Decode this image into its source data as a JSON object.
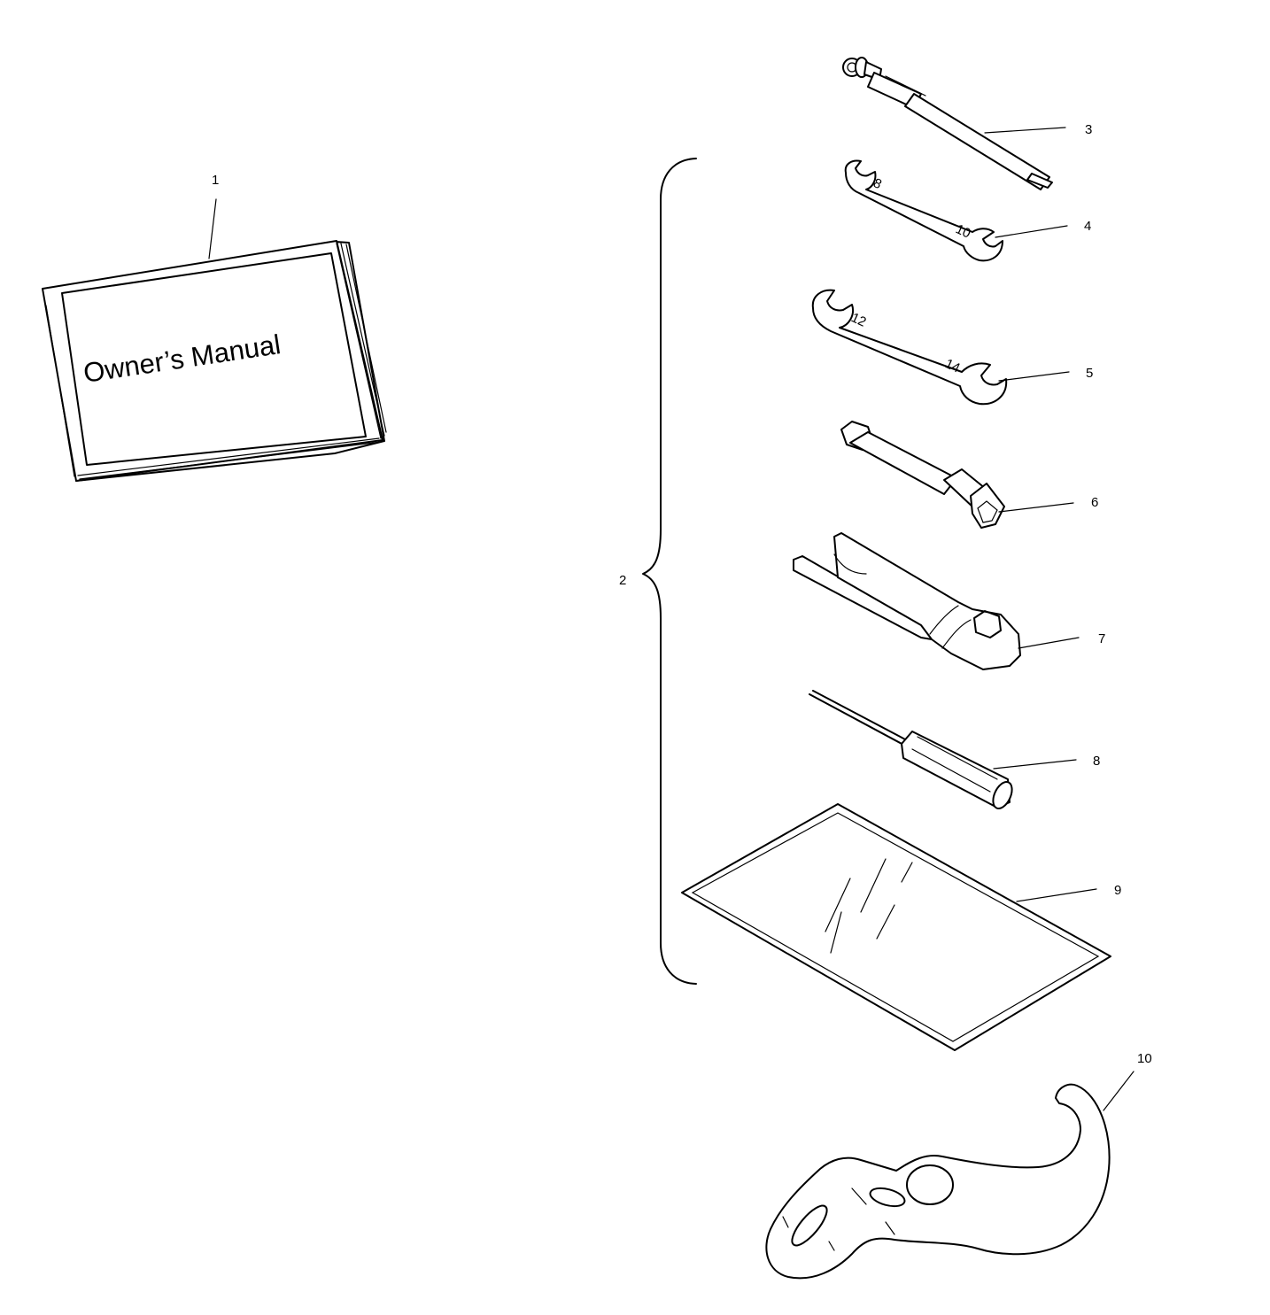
{
  "manual": {
    "cover_text": "Owner’s Manual"
  },
  "callouts": [
    {
      "id": "1",
      "label": "1"
    },
    {
      "id": "2",
      "label": "2"
    },
    {
      "id": "3",
      "label": "3"
    },
    {
      "id": "4",
      "label": "4"
    },
    {
      "id": "5",
      "label": "5"
    },
    {
      "id": "6",
      "label": "6"
    },
    {
      "id": "7",
      "label": "7"
    },
    {
      "id": "8",
      "label": "8"
    },
    {
      "id": "9",
      "label": "9"
    },
    {
      "id": "10",
      "label": "10"
    }
  ],
  "wrench_marks": {
    "w4_a": "8",
    "w4_b": "10",
    "w5_a": "12",
    "w5_b": "14"
  }
}
